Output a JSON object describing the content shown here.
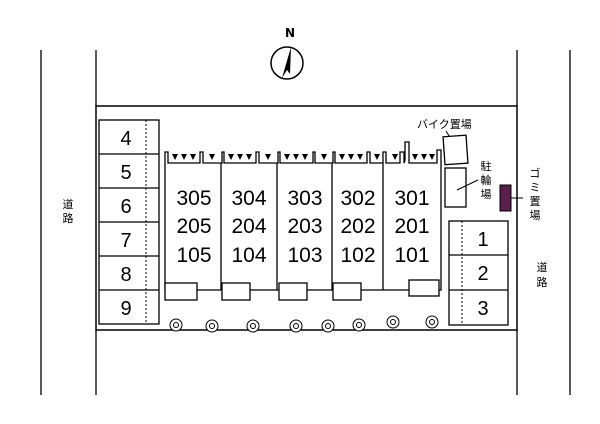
{
  "compass": {
    "label": "N"
  },
  "parking_left": [
    "4",
    "5",
    "6",
    "7",
    "8",
    "9"
  ],
  "parking_right": [
    "1",
    "2",
    "3"
  ],
  "buildings": [
    {
      "units": [
        "305",
        "205",
        "105"
      ]
    },
    {
      "units": [
        "304",
        "204",
        "104"
      ]
    },
    {
      "units": [
        "303",
        "203",
        "103"
      ]
    },
    {
      "units": [
        "302",
        "202",
        "102"
      ]
    },
    {
      "units": [
        "301",
        "201",
        "101"
      ]
    }
  ],
  "labels": {
    "bike_parking": "バイク置場",
    "bicycle_parking": [
      "駐",
      "輪",
      "場"
    ],
    "garbage": [
      "ゴ",
      "ミ",
      "置",
      "場"
    ],
    "road_left": [
      "道",
      "路"
    ],
    "road_right": [
      "道",
      "路"
    ]
  },
  "colors": {
    "garbage_box": "#5a1f4a",
    "line": "#000000"
  }
}
